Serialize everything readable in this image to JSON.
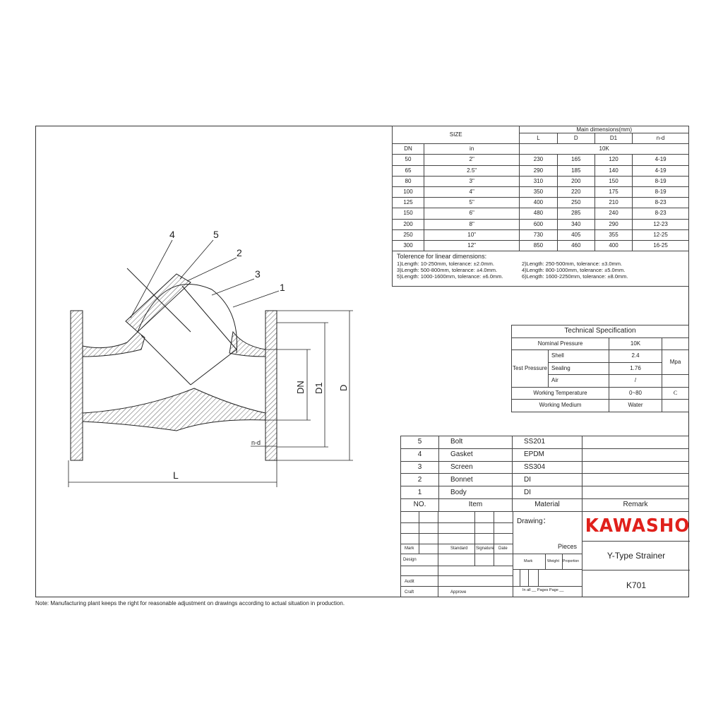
{
  "dimensions": {
    "size_label": "SIZE",
    "main_label": "Main dimensions(mm)",
    "col_L": "L",
    "col_D": "D",
    "col_D1": "D1",
    "col_nd": "n-d",
    "col_dn": "DN",
    "col_in": "in",
    "pressure": "10K",
    "rows": [
      {
        "dn": "50",
        "inch": "2\"",
        "L": "230",
        "D": "165",
        "D1": "120",
        "nd": "4-19"
      },
      {
        "dn": "65",
        "inch": "2.5\"",
        "L": "290",
        "D": "185",
        "D1": "140",
        "nd": "4-19"
      },
      {
        "dn": "80",
        "inch": "3\"",
        "L": "310",
        "D": "200",
        "D1": "150",
        "nd": "8-19"
      },
      {
        "dn": "100",
        "inch": "4\"",
        "L": "350",
        "D": "220",
        "D1": "175",
        "nd": "8-19"
      },
      {
        "dn": "125",
        "inch": "5\"",
        "L": "400",
        "D": "250",
        "D1": "210",
        "nd": "8-23"
      },
      {
        "dn": "150",
        "inch": "6\"",
        "L": "480",
        "D": "285",
        "D1": "240",
        "nd": "8-23"
      },
      {
        "dn": "200",
        "inch": "8\"",
        "L": "600",
        "D": "340",
        "D1": "290",
        "nd": "12-23"
      },
      {
        "dn": "250",
        "inch": "10\"",
        "L": "730",
        "D": "405",
        "D1": "355",
        "nd": "12-25"
      },
      {
        "dn": "300",
        "inch": "12\"",
        "L": "850",
        "D": "460",
        "D1": "400",
        "nd": "16-25"
      }
    ]
  },
  "tolerance": {
    "title": "Tolerence for linear dimensions:",
    "items": [
      "1)Length: 10-250mm, tolerance: ±2.0mm.",
      "2)Length: 250-500mm, tolerance: ±3.0mm.",
      "3)Length: 500-800mm, tolerance: ±4.0mm.",
      "4)Length: 800-1000mm, tolerance: ±5.0mm.",
      "5)Length: 1000-1600mm, tolerance: ±6.0mm.",
      "6)Length: 1600-2250mm, tolerance: ±8.0mm."
    ]
  },
  "spec": {
    "title": "Technical  Specification",
    "nominal_label": "Nominal Pressure",
    "nominal_value": "10K",
    "test_label": "Test Pressure",
    "shell_label": "Shell",
    "shell_value": "2.4",
    "sealing_label": "Sealing",
    "sealing_value": "1.76",
    "air_label": "Air",
    "air_value": "/",
    "unit": "Mpa",
    "temp_label": "Working Temperature",
    "temp_value": "0~80",
    "temp_unit": "C",
    "medium_label": "Working Medium",
    "medium_value": "Water"
  },
  "bom": {
    "rows": [
      {
        "no": "5",
        "item": "Bolt",
        "material": "SS201"
      },
      {
        "no": "4",
        "item": "Gasket",
        "material": "EPDM"
      },
      {
        "no": "3",
        "item": "Screen",
        "material": "SS304"
      },
      {
        "no": "2",
        "item": "Bonnet",
        "material": "DI"
      },
      {
        "no": "1",
        "item": "Body",
        "material": "DI"
      }
    ],
    "h_no": "NO.",
    "h_item": "Item",
    "h_material": "Material",
    "h_remark": "Remark"
  },
  "titleblock": {
    "drawing_label": "Drawing：",
    "brand": "KAWASHO",
    "pieces": "Pieces",
    "product": "Y-Type Strainer",
    "code": "K701",
    "mark": "Mark",
    "standard": "Standard",
    "signature": "Signature",
    "date": "Date",
    "design": "Design",
    "audit": "Audit",
    "craft": "Craft",
    "approve": "Approve",
    "mark2": "Mark",
    "weight": "Weight",
    "proportion": "Proportion",
    "pages": "In all __ Pages  Page __"
  },
  "drawing": {
    "callouts": [
      "4",
      "5",
      "2",
      "3",
      "1"
    ],
    "dim_L": "L",
    "dim_DN": "DN",
    "dim_D1": "D1",
    "dim_D": "D",
    "dim_nd": "n-d"
  },
  "note": "Note: Manufacturing plant keeps the right for reasonable adjustment on drawings according to actual situation in production.",
  "colors": {
    "brand": "#e0201b",
    "line": "#333333"
  }
}
